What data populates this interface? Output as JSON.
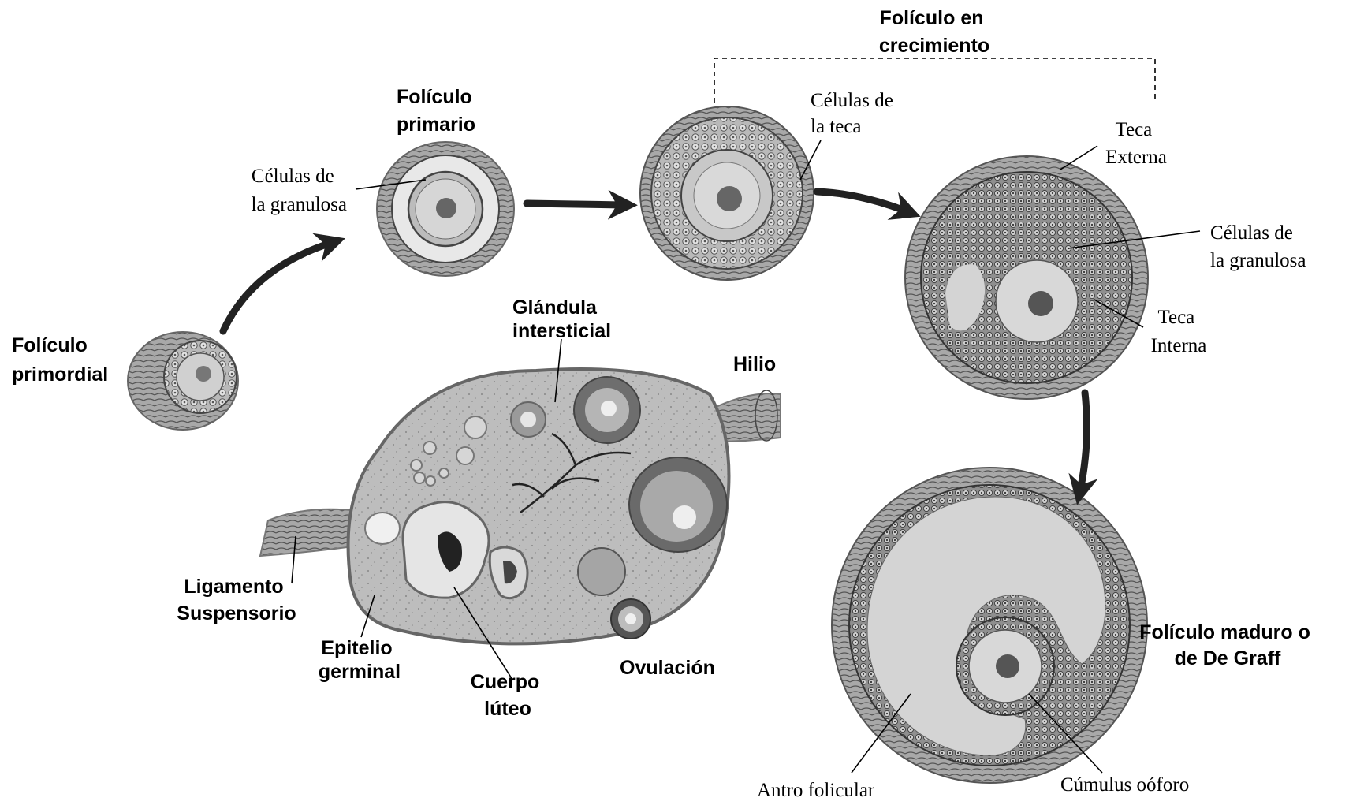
{
  "labels": {
    "primordial": [
      "Folículo",
      "primordial"
    ],
    "primario": [
      "Folículo",
      "primario"
    ],
    "crecimiento": [
      "Folículo en",
      "crecimiento"
    ],
    "granulosa_primario": [
      "Células de",
      "la granulosa"
    ],
    "teca_cells": [
      "Células de",
      "la teca"
    ],
    "teca_externa": [
      "Teca",
      "Externa"
    ],
    "granulosa_crec": [
      "Células de",
      "la granulosa"
    ],
    "teca_interna": [
      "Teca",
      "Interna"
    ],
    "glandula": [
      "Glándula",
      "intersticial"
    ],
    "hilio": "Hilio",
    "ligamento": [
      "Ligamento",
      "Suspensorio"
    ],
    "epitelio": [
      "Epitelio",
      "germinal"
    ],
    "cuerpo_luteo": [
      "Cuerpo",
      "lúteo"
    ],
    "ovulacion": "Ovulación",
    "maduro": [
      "Folículo maduro o",
      "de De Graff"
    ],
    "antro": "Antro folicular",
    "cumulus": "Cúmulus oóforo"
  },
  "colors": {
    "arrow": "#222222",
    "tissue_dark": "#555555",
    "tissue_mid": "#9a9a9a",
    "tissue_light": "#cfcfcf",
    "antrum": "#d4d4d4"
  }
}
